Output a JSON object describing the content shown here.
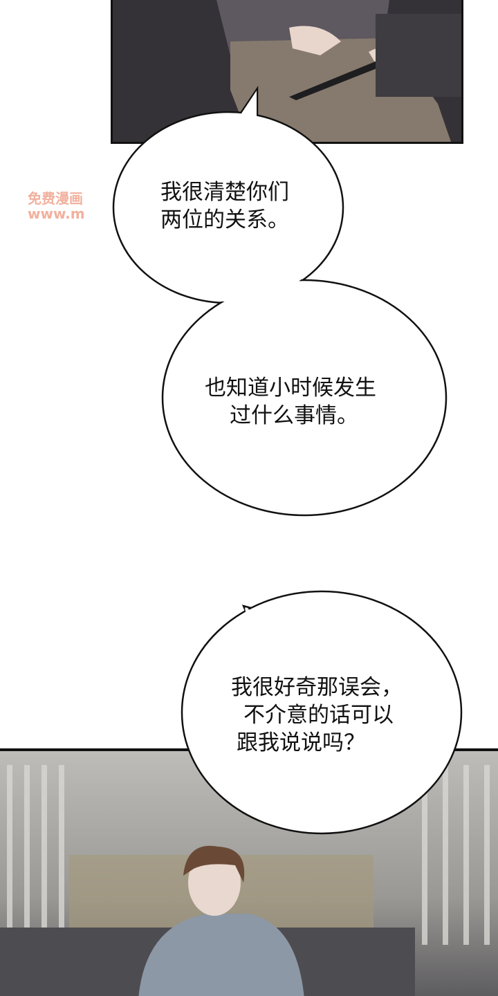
{
  "bubbles": [
    {
      "lines": [
        "我很清楚你们",
        "两位的关系。"
      ]
    },
    {
      "lines": [
        "也知道小时候发生",
        "过什么事情。"
      ]
    },
    {
      "lines": [
        "我很好奇那误会，",
        "不介意的话可以",
        "跟我说说吗？"
      ]
    }
  ],
  "watermark": {
    "line1": "免费漫画",
    "line2": "www.m"
  }
}
